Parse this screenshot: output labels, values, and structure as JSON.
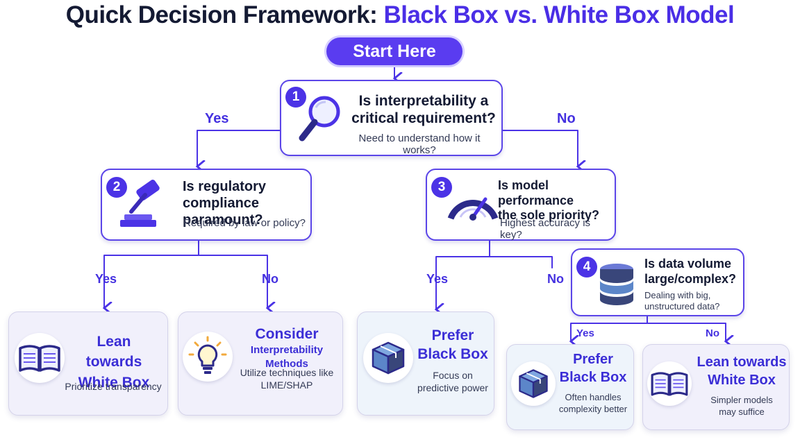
{
  "title": {
    "part1": "Quick Decision Framework: ",
    "part2": "Black Box vs. White Box Model"
  },
  "start": "Start Here",
  "questions": [
    {
      "number": "1",
      "line1": "Is interpretability a",
      "line2": "critical requirement?",
      "sub": "Need to understand how it works?",
      "icon": "magnifying-glass-icon"
    },
    {
      "number": "2",
      "line1": "Is regulatory",
      "line2": "compliance paramount?",
      "sub": "Required by law or policy?",
      "icon": "gavel-icon"
    },
    {
      "number": "3",
      "line1": "Is model performance",
      "line2": "the sole priority?",
      "sub": "Highest accuracy is key?",
      "icon": "speedometer-icon"
    },
    {
      "number": "4",
      "line1": "Is data volume",
      "line2": "large/complex?",
      "sub1": "Dealing with big,",
      "sub2": "unstructured data?",
      "icon": "database-icon"
    }
  ],
  "branch_labels": {
    "q1_yes": "Yes",
    "q1_no": "No",
    "q2_yes": "Yes",
    "q2_no": "No",
    "q3_yes": "Yes",
    "q3_no": "No",
    "q4_yes": "Yes",
    "q4_no": "No"
  },
  "outcomes": [
    {
      "line1": "Lean towards",
      "line2": "White Box",
      "sub1": "Prioritize transparency",
      "sub2": "",
      "icon": "open-book-icon"
    },
    {
      "line1": "Consider",
      "line2": "Interpretability Methods",
      "sub1": "Utilize techniques like",
      "sub2": "LIME/SHAP",
      "icon": "lightbulb-icon"
    },
    {
      "line1": "Prefer",
      "line2": "Black Box",
      "sub1": "Focus on",
      "sub2": "predictive power",
      "icon": "box-icon"
    },
    {
      "line1": "Prefer",
      "line2": "Black Box",
      "sub1": "Often handles",
      "sub2": "complexity better",
      "icon": "box-icon"
    },
    {
      "line1": "Lean towards",
      "line2": "White Box",
      "sub1": "Simpler models",
      "sub2": "may suffice",
      "icon": "open-book-icon"
    }
  ],
  "colors": {
    "accent": "#4b33e6",
    "white_box_bg": "#f1f0fb",
    "black_box_bg": "#eef4fb"
  }
}
